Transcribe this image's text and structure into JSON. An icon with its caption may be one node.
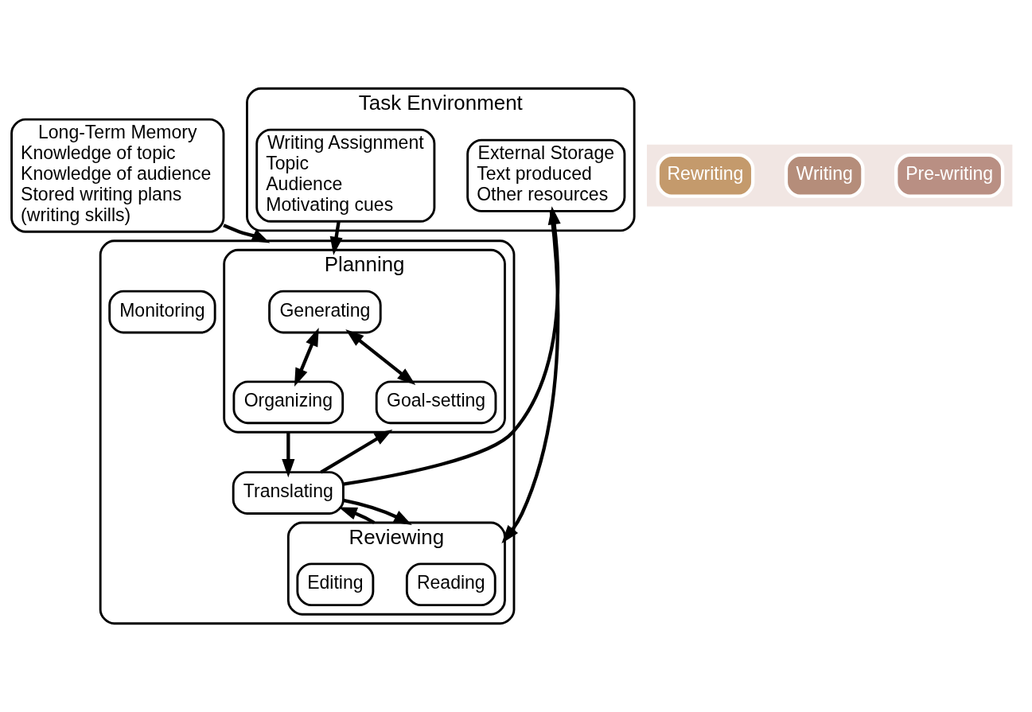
{
  "diagram": {
    "nodes": [
      {
        "text": [
          "Task Environment"
        ]
      },
      {
        "text": [
          "Writing Assignment",
          "Topic",
          "Audience",
          "Motivating cues"
        ],
        "in": 0
      },
      {
        "text": [
          "External Storage",
          "Text produced",
          "Other resources"
        ],
        "in": 0
      },
      {
        "text": [
          "Long-Term Memory",
          "Knowledge of topic",
          "Knowledge of audience",
          "Stored writing plans",
          "(writing skills)"
        ]
      },
      {
        "text": [],
        "shape": "box"
      },
      {
        "text": [
          "Planning"
        ],
        "in": 4
      },
      {
        "text": [
          "Generating"
        ],
        "in": 5
      },
      {
        "text": [
          "Organizing"
        ],
        "in": 5
      },
      {
        "text": [
          "Goal-setting"
        ],
        "in": 5
      },
      {
        "text": [
          "Translating"
        ],
        "in": 4
      },
      {
        "text": [
          "Reviewing"
        ],
        "in": 4
      },
      {
        "text": [
          "Reading"
        ],
        "in": 10
      },
      {
        "text": [
          "Editing"
        ],
        "in": 10
      },
      {
        "text": [
          "Monitoring"
        ],
        "in": 4
      },
      {
        "text": [],
        "shape": "arrow"
      },
      {
        "text": [
          "Pre-writing"
        ],
        "in": 14
      },
      {
        "text": [
          "Writing"
        ],
        "in": 14
      },
      {
        "text": [
          "Rewriting"
        ],
        "in": 14
      }
    ],
    "edges": [
      {
        "from": 1,
        "to": 5,
        "arrow": "to"
      },
      {
        "from": 9,
        "to": 2,
        "arrow": "to"
      },
      {
        "from": 2,
        "to": 10,
        "arrow": "to"
      },
      {
        "from": 3,
        "to": 4,
        "arrow": "to"
      },
      {
        "from": 6,
        "to": 7,
        "arrow": "both"
      },
      {
        "from": 6,
        "to": 8,
        "arrow": "both"
      },
      {
        "from": 5,
        "to": 9,
        "arrow": "to"
      },
      {
        "from": 9,
        "to": 5,
        "arrow": "to"
      },
      {
        "from": 9,
        "to": 10,
        "arrow": "to"
      },
      {
        "from": 10,
        "to": 9,
        "arrow": "to"
      }
    ]
  }
}
